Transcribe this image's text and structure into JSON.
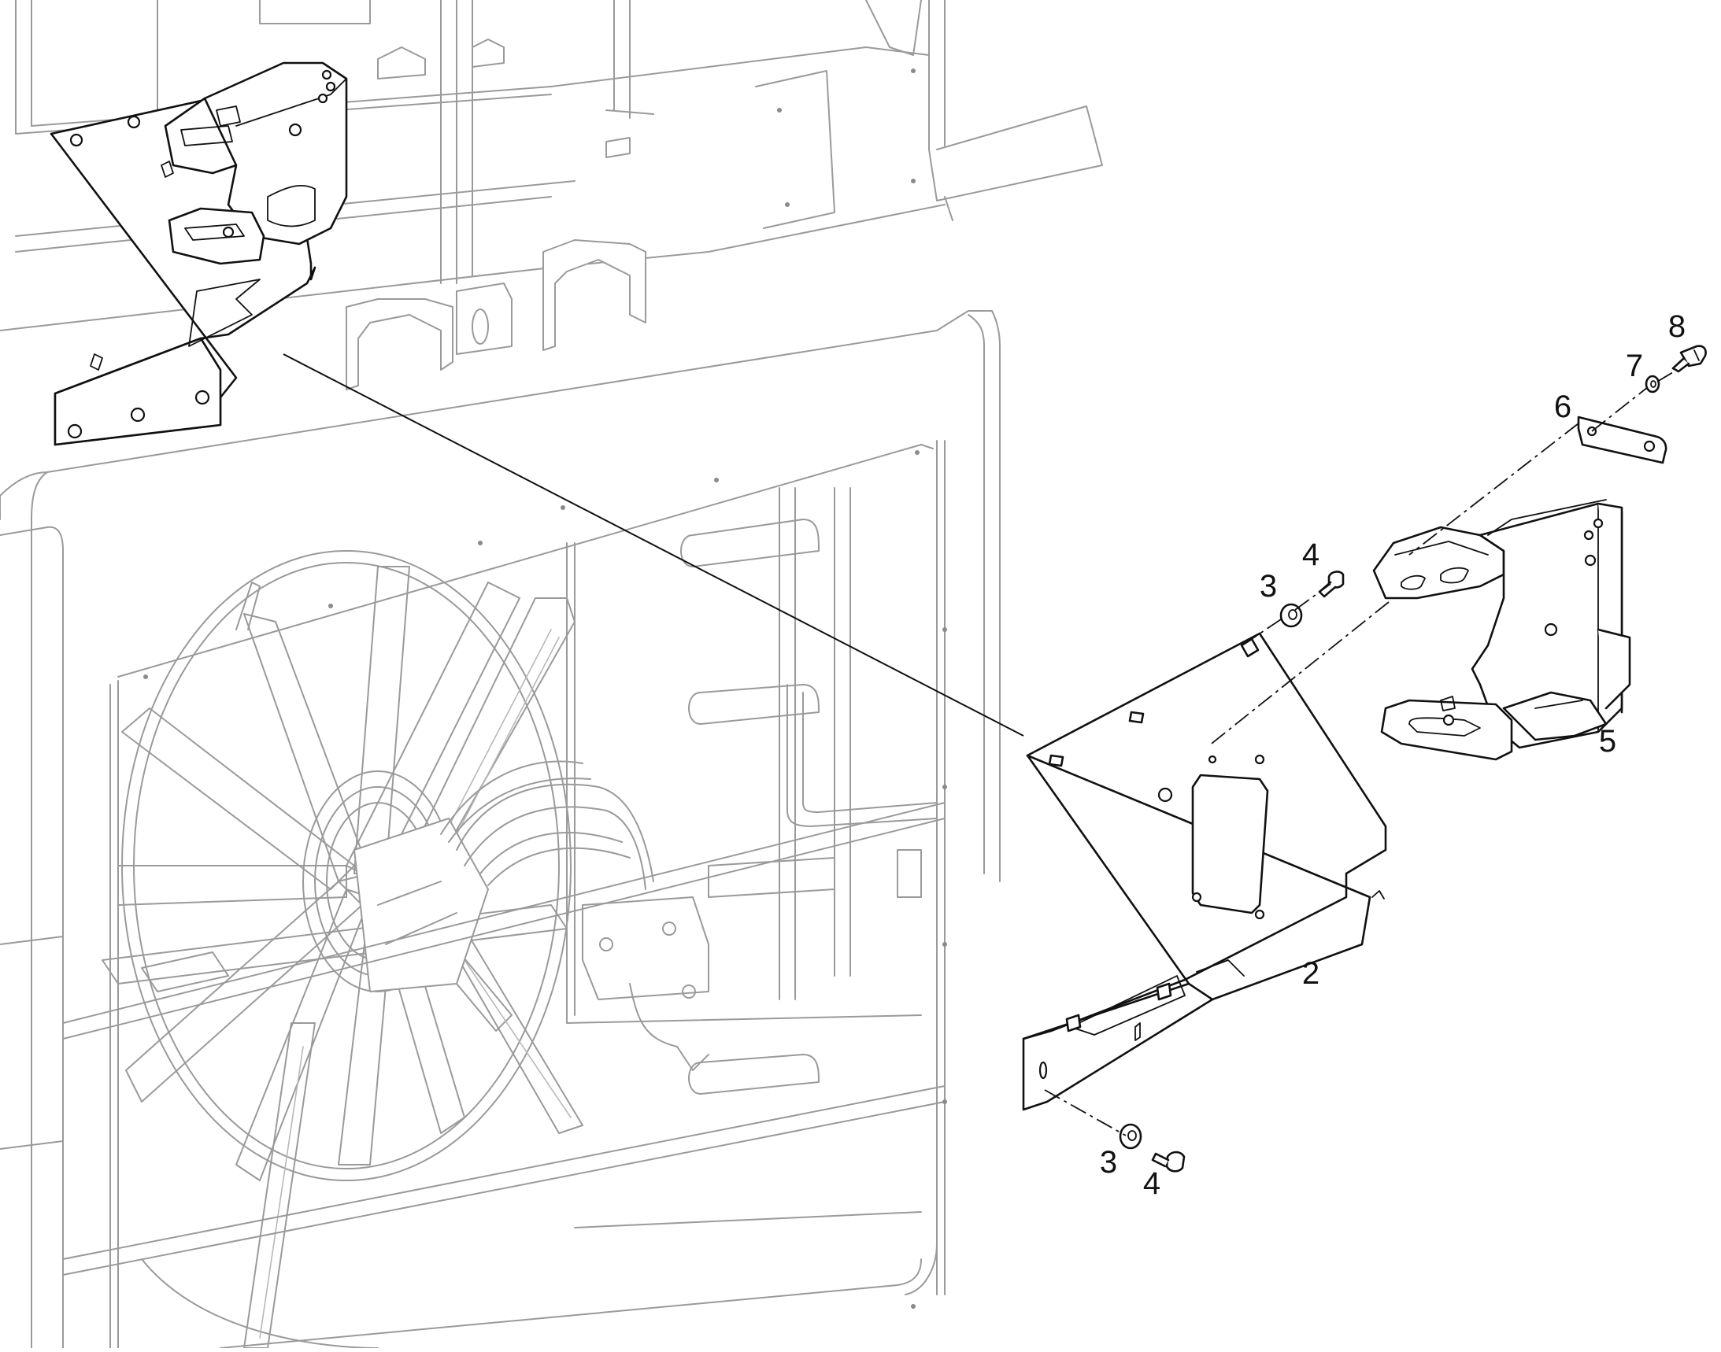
{
  "callouts": {
    "item_2": "2",
    "item_3_top": "3",
    "item_4_top": "4",
    "item_3_bottom": "3",
    "item_4_bottom": "4",
    "item_5": "5",
    "item_6": "6",
    "item_7": "7",
    "item_8": "8"
  },
  "colors": {
    "part_line": "#111111",
    "context_line": "#9a9a9a",
    "background": "#ffffff"
  }
}
